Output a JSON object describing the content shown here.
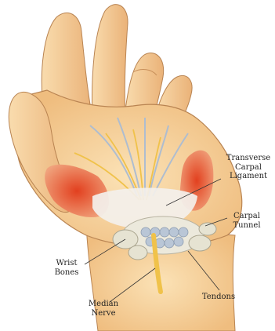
{
  "labels": {
    "transverse_carpal_ligament": "Transverse\nCarpal\nLigament",
    "carpal_tunnel": "Carpal\nTunnel",
    "wrist_bones": "Wrist\nBones",
    "median_nerve": "Median\nNerve",
    "tendons": "Tendons"
  },
  "colors": {
    "skin": "#f7d29b",
    "skin_shadow": "#e0a769",
    "outline": "#b98452",
    "muscle": "#e8512c",
    "ligament": "#f3f0ec",
    "nerve": "#f0c24a",
    "tendon": "#b9c6d6",
    "bone": "#e6e3d2",
    "leader": "#333333"
  }
}
